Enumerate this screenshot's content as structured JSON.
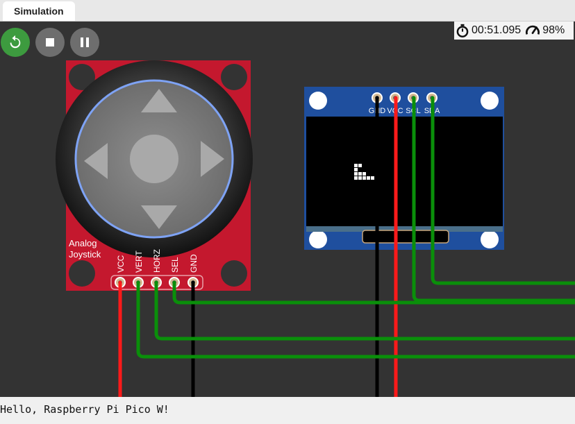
{
  "tabs": [
    {
      "label": "Simulation"
    }
  ],
  "status": {
    "time": "00:51.095",
    "speed": "98%"
  },
  "joystick": {
    "label_line1": "Analog",
    "label_line2": "Joystick",
    "pins": [
      "VCC",
      "VERT",
      "HORZ",
      "SEL",
      "GND"
    ]
  },
  "oled": {
    "pins": [
      "GND",
      "VCC",
      "SCL",
      "SDA"
    ]
  },
  "serial": {
    "output": "Hello, Raspberry Pi Pico W!"
  },
  "colors": {
    "wire_power": "#ff1a1a",
    "wire_ground": "#000000",
    "wire_signal": "#0a8f0a",
    "joystick_board": "#c4182e",
    "oled_board": "#1f4f9e",
    "accent_ring": "#7ea3f5"
  },
  "icons": {
    "restart": "restart-icon",
    "stop": "stop-icon",
    "pause": "pause-icon",
    "timer": "stopwatch-icon",
    "speed": "speedometer-icon"
  }
}
